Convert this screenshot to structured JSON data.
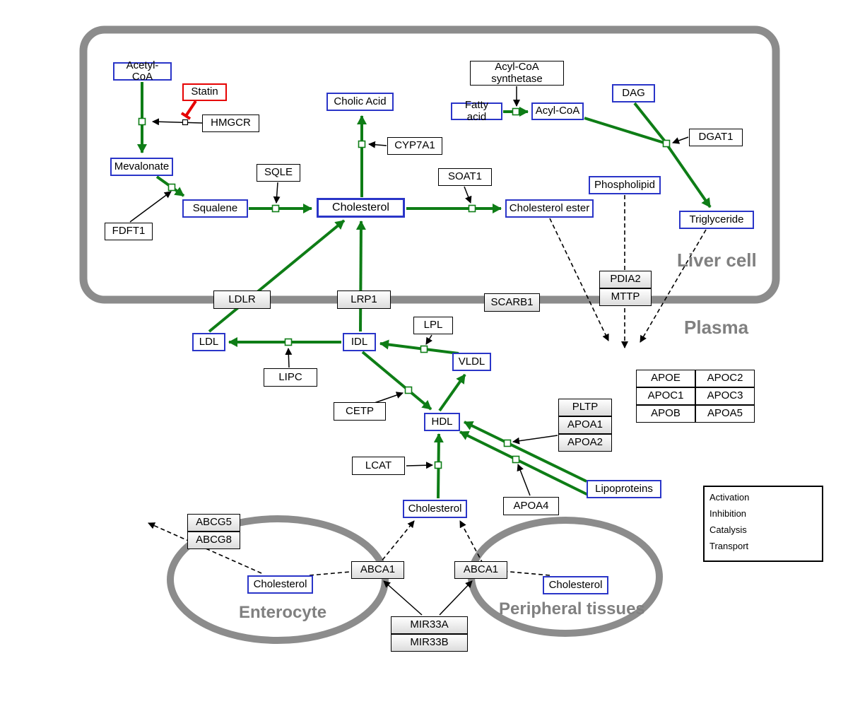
{
  "colors": {
    "activation_green": "#33bb00",
    "edge_green": "#0e7d16",
    "inhibition_red": "#e60000",
    "membrane_gray": "#8c8c8c",
    "metabolite_border_blue": "#2a35c8"
  },
  "regions": {
    "liver": "Liver cell",
    "plasma": "Plasma",
    "enterocyte": "Enterocyte",
    "peripheral": "Peripheral tissues"
  },
  "nodes": {
    "acetyl_coa": "Acetyl-CoA",
    "statin": "Statin",
    "hmgcr": "HMGCR",
    "mevalonate": "Mevalonate",
    "fdft1": "FDFT1",
    "squalene": "Squalene",
    "sqle": "SQLE",
    "cholic_acid": "Cholic Acid",
    "cyp7a1": "CYP7A1",
    "cholesterol_liver": "Cholesterol",
    "soat1": "SOAT1",
    "cholesterol_ester": "Cholesterol ester",
    "acyl_coa_synthetase": "Acyl-CoA synthetase",
    "fatty_acid": "Fatty acid",
    "acyl_coa": "Acyl-CoA",
    "dag": "DAG",
    "dgat1": "DGAT1",
    "phospholipid": "Phospholipid",
    "triglyceride": "Triglyceride",
    "ldlr": "LDLR",
    "lrp1": "LRP1",
    "scarb1": "SCARB1",
    "pdia2": "PDIA2",
    "mttp": "MTTP",
    "ldl": "LDL",
    "idl": "IDL",
    "lipc": "LIPC",
    "lpl": "LPL",
    "vldl": "VLDL",
    "cetp": "CETP",
    "hdl": "HDL",
    "pltp": "PLTP",
    "apoa1": "APOA1",
    "apoa2": "APOA2",
    "lcat": "LCAT",
    "apoa4": "APOA4",
    "lipoproteins": "Lipoproteins",
    "cholesterol_plasma": "Cholesterol",
    "abcg5": "ABCG5",
    "abcg8": "ABCG8",
    "cholesterol_enterocyte": "Cholesterol",
    "abca1": "ABCA1",
    "cholesterol_peripheral": "Cholesterol",
    "mir33a": "MIR33A",
    "mir33b": "MIR33B"
  },
  "apo": [
    [
      "APOE",
      "APOC2"
    ],
    [
      "APOC1",
      "APOC3"
    ],
    [
      "APOB",
      "APOA5"
    ]
  ],
  "legend": {
    "activation": "Activation",
    "inhibition": "Inhibition",
    "catalysis": "Catalysis",
    "transport": "Transport"
  }
}
